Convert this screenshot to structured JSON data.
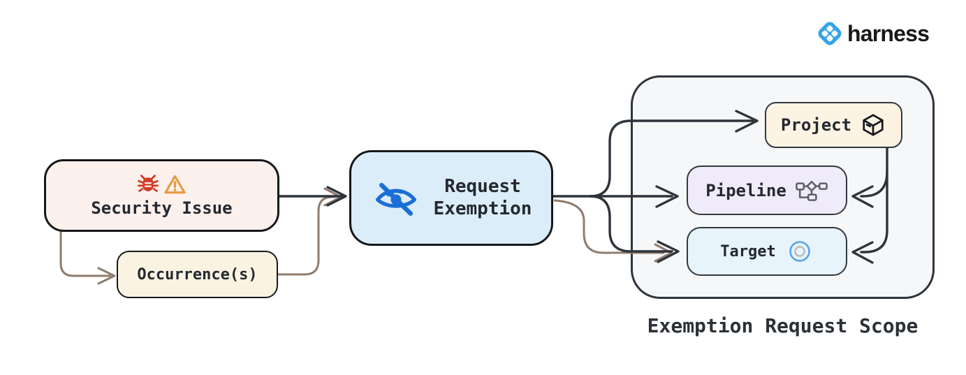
{
  "logo": {
    "brand": "harness",
    "icon": "harness-logo-icon",
    "brand_blue": "#36a3e6"
  },
  "diagram": {
    "nodes": {
      "security_issue": {
        "label": "Security Issue",
        "icons": [
          "bug-icon",
          "warning-icon"
        ],
        "fill": "#fdf1ee"
      },
      "occurrences": {
        "label": "Occurrence(s)",
        "fill": "#fbf3e2"
      },
      "request_exemption": {
        "label_line1": "Request",
        "label_line2": "Exemption",
        "icon": "eye-off-icon",
        "fill": "#dcedfa"
      },
      "project": {
        "label": "Project",
        "icon": "package-icon",
        "fill": "#fcf3e3"
      },
      "pipeline": {
        "label": "Pipeline",
        "icon": "pipeline-icon",
        "fill": "#f0ebfa"
      },
      "target": {
        "label": "Target",
        "icon": "target-icon",
        "fill": "#e8f4fc"
      }
    },
    "scope": {
      "label": "Exemption Request Scope",
      "fill": "#f6f7f9"
    },
    "edges": [
      {
        "from": "security_issue",
        "to": "request_exemption",
        "style": "dark"
      },
      {
        "from": "security_issue",
        "to": "occurrences",
        "style": "brown"
      },
      {
        "from": "occurrences",
        "to": "request_exemption",
        "style": "brown"
      },
      {
        "from": "request_exemption",
        "to": "project",
        "style": "dark"
      },
      {
        "from": "request_exemption",
        "to": "pipeline",
        "style": "dark"
      },
      {
        "from": "request_exemption",
        "to": "target",
        "style": "dark"
      },
      {
        "from": "request_exemption",
        "to": "target",
        "style": "brown"
      },
      {
        "from": "project",
        "to": "pipeline",
        "style": "dark"
      },
      {
        "from": "project",
        "to": "target",
        "style": "dark"
      }
    ],
    "colors": {
      "background": "#ffffff",
      "stroke_dark": "#2e343b",
      "stroke_brown": "#8f7c6f",
      "text": "#24292f",
      "bug_red": "#d63b22",
      "warning_orange": "#e8993f",
      "eye_blue": "#1b6fd6",
      "target_ring_blue": "#55a4e9",
      "pipeline_icon_gray": "#5d6166"
    }
  }
}
